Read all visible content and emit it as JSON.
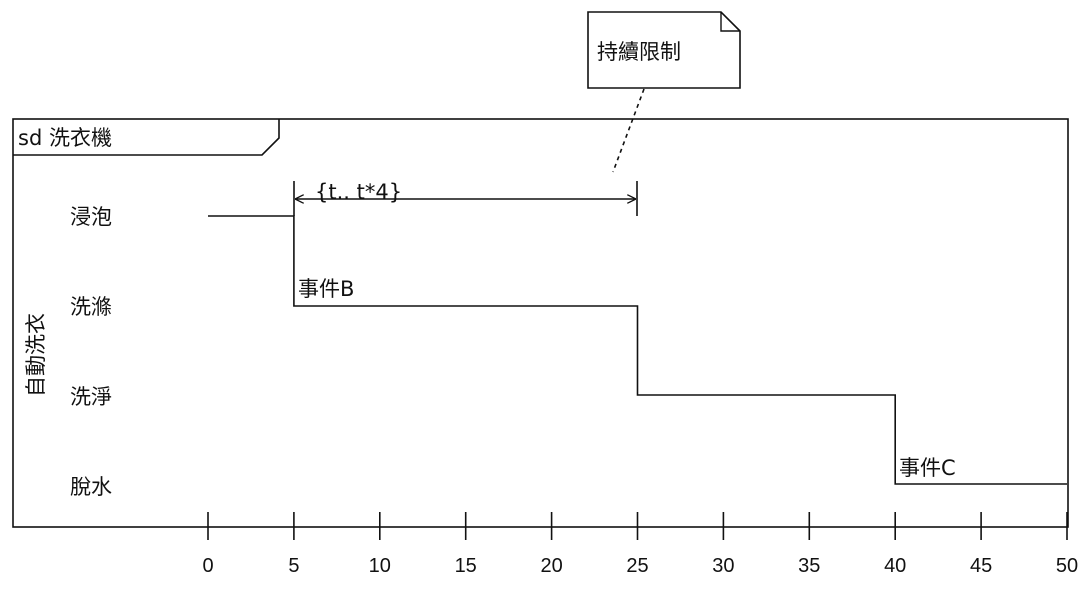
{
  "frame": {
    "title": "sd 洗衣機"
  },
  "lifeline": {
    "name": "自動洗衣"
  },
  "states": [
    "浸泡",
    "洗滌",
    "洗淨",
    "脫水"
  ],
  "axis": {
    "ticks": [
      0,
      5,
      10,
      15,
      20,
      25,
      30,
      35,
      40,
      45,
      50
    ],
    "range": [
      0,
      50
    ]
  },
  "timeline": [
    {
      "state": "浸泡",
      "from": 0,
      "to": 5
    },
    {
      "state": "洗滌",
      "from": 5,
      "to": 25
    },
    {
      "state": "洗淨",
      "from": 25,
      "to": 40
    },
    {
      "state": "脫水",
      "from": 40,
      "to": 50
    }
  ],
  "events": [
    {
      "label": "事件B",
      "time": 5
    },
    {
      "label": "事件C",
      "time": 40
    }
  ],
  "duration_constraint": {
    "label": "{t.. t*4}",
    "from": 5,
    "to": 25
  },
  "note": {
    "text": "持續限制"
  }
}
